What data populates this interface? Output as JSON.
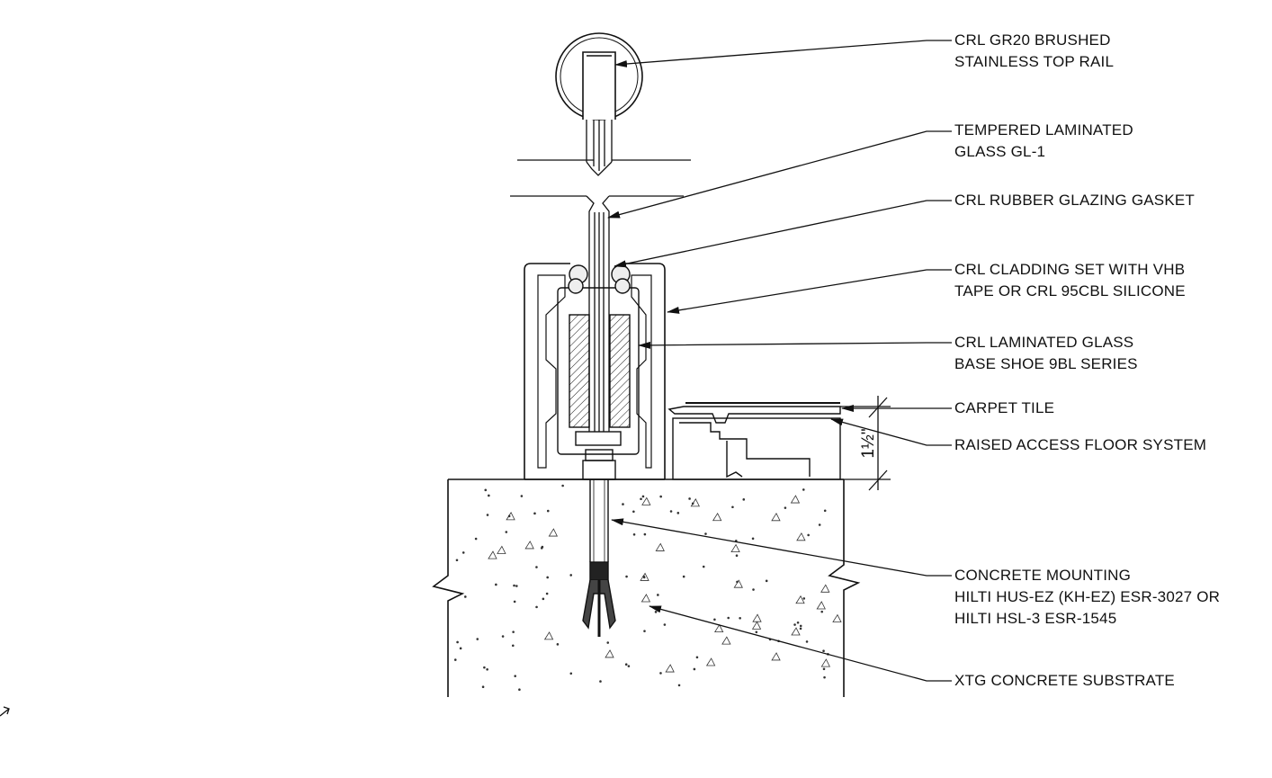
{
  "callouts": [
    {
      "id": "top-rail",
      "lines": [
        "CRL GR20 BRUSHED",
        "STAINLESS TOP RAIL"
      ]
    },
    {
      "id": "glass",
      "lines": [
        "TEMPERED LAMINATED",
        "GLASS GL-1"
      ]
    },
    {
      "id": "gasket",
      "lines": [
        "CRL RUBBER GLAZING GASKET"
      ]
    },
    {
      "id": "cladding",
      "lines": [
        "CRL CLADDING SET WITH VHB",
        "TAPE OR CRL 95CBL SILICONE"
      ]
    },
    {
      "id": "base-shoe",
      "lines": [
        "CRL LAMINATED GLASS",
        "BASE SHOE 9BL SERIES"
      ]
    },
    {
      "id": "carpet",
      "lines": [
        "CARPET TILE"
      ]
    },
    {
      "id": "access-floor",
      "lines": [
        "RAISED ACCESS FLOOR SYSTEM"
      ]
    },
    {
      "id": "anchor",
      "lines": [
        "CONCRETE MOUNTING",
        "HILTI HUS-EZ (KH-EZ)  ESR-3027 OR",
        "HILTI HSL-3  ESR-1545"
      ]
    },
    {
      "id": "substrate",
      "lines": [
        "XTG CONCRETE SUBSTRATE"
      ]
    }
  ],
  "dimension": {
    "label": "1½\""
  }
}
